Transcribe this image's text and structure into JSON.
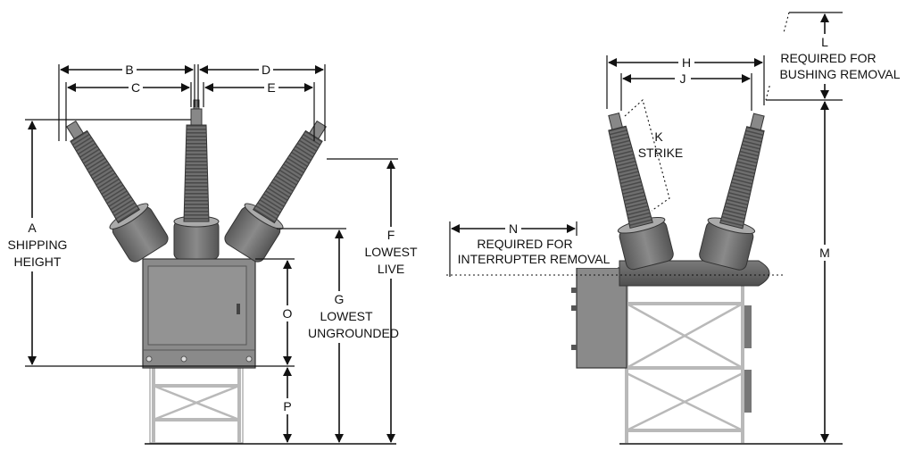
{
  "labels": {
    "A": "A",
    "A_line1": "SHIPPING",
    "A_line2": "HEIGHT",
    "B": "B",
    "C": "C",
    "D": "D",
    "E": "E",
    "F": "F",
    "F_line1": "LOWEST",
    "F_line2": "LIVE",
    "G": "G",
    "G_line1": "LOWEST",
    "G_line2": "UNGROUNDED",
    "O": "O",
    "P": "P",
    "H": "H",
    "J": "J",
    "K": "K",
    "K_line1": "STRIKE",
    "L": "L",
    "L_line1": "REQUIRED FOR",
    "L_line2": "BUSHING REMOVAL",
    "M": "M",
    "N": "N",
    "N_line1": "REQUIRED FOR",
    "N_line2": "INTERRUPTER REMOVAL"
  },
  "colors": {
    "bushing": "#6f6f6f",
    "bushing_dark": "#4a4a4a",
    "cabinet": "#8a8a8a",
    "frame": "#b9b9b9",
    "line": "#111111"
  }
}
